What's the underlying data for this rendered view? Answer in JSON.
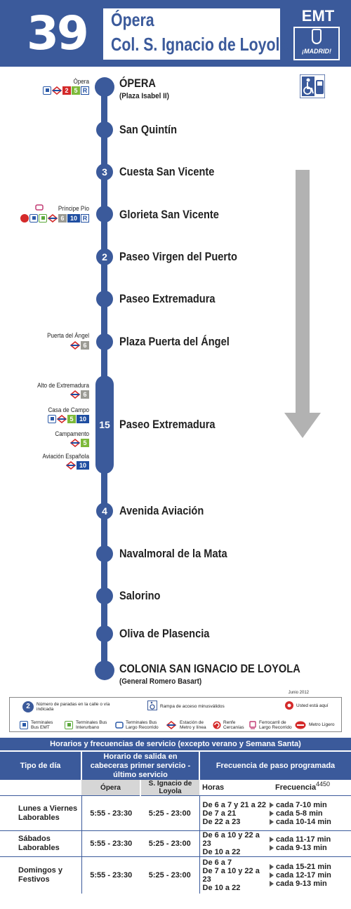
{
  "header": {
    "line_number": "39",
    "origin": "Ópera",
    "destination": "Col. S. Ignacio de Loyola",
    "brand": "EMT",
    "brand_sub": "¡MADRID!"
  },
  "stops": [
    {
      "name": "ÓPERA",
      "sub": "(Plaza Isabel II)"
    },
    {
      "name": "San Quintín"
    },
    {
      "name": "Cuesta San Vicente",
      "badge": "3"
    },
    {
      "name": "Glorieta San Vicente"
    },
    {
      "name": "Paseo Virgen del Puerto",
      "badge": "2"
    },
    {
      "name": "Paseo Extremadura"
    },
    {
      "name": "Plaza Puerta del Ángel"
    },
    {
      "name": "Paseo Extremadura",
      "badge": "15"
    },
    {
      "name": "Avenida Aviación",
      "badge": "4"
    },
    {
      "name": "Navalmoral de la Mata"
    },
    {
      "name": "Salorino"
    },
    {
      "name": "Oliva de Plasencia"
    },
    {
      "name": "COLONIA SAN IGNACIO DE LOYOLA",
      "sub": "(General Romero Basart)"
    }
  ],
  "connections": [
    {
      "name": "Ópera",
      "lines": [
        "2",
        "5",
        "R"
      ]
    },
    {
      "name": "Príncipe Pío",
      "lines": [
        "6",
        "10",
        "R"
      ]
    },
    {
      "name": "Puerta del Ángel",
      "lines": [
        "6"
      ]
    },
    {
      "name": "Alto de Extremadura",
      "lines": [
        "6"
      ]
    },
    {
      "name": "Casa de Campo",
      "lines": [
        "5",
        "10"
      ]
    },
    {
      "name": "Campamento",
      "lines": [
        "5"
      ]
    },
    {
      "name": "Aviación Española",
      "lines": [
        "10"
      ]
    }
  ],
  "date": "Junio 2012",
  "legend": {
    "badge_sample": "2",
    "stops_count": "Número de paradas en la calle o vía indicada",
    "ramp": "Rampa de acceso minusválidos",
    "here": "Usted está aquí",
    "emt_terminals": "Terminales Bus EMT",
    "interurban": "Terminales Bus Interurbano",
    "long_distance": "Terminales Bus Largo Recorrido",
    "metro": "Estación de Metro y línea",
    "renfe": "Renfe Cercanías",
    "railway": "Ferrocarril de Largo Recorrido",
    "light_rail": "Metro Ligero"
  },
  "schedule": {
    "title": "Horarios y frecuencias de servicio (excepto verano y Semana Santa)",
    "col_day": "Tipo de día",
    "col_departure": "Horario de salida en cabeceras primer servicio - último servicio",
    "col_frequency": "Frecuencia de paso programada",
    "code": "4450",
    "sub_origin": "Ópera",
    "sub_dest": "S. Ignacio de Loyola",
    "sub_hours": "Horas",
    "sub_freq": "Frecuencia",
    "rows": [
      {
        "day": "Lunes a Viernes Laborables",
        "origin": "5:55 - 23:30",
        "dest": "5:25 - 23:00",
        "hours": [
          "De 6 a 7 y 21 a 22",
          "De 7 a 21",
          "De 22 a 23"
        ],
        "freqs": [
          "cada 7-10 min",
          "cada 5-8 min",
          "cada 10-14 min"
        ]
      },
      {
        "day": "Sábados Laborables",
        "origin": "5:55 - 23:30",
        "dest": "5:25 - 23:00",
        "hours": [
          "De 6 a 10 y 22 a 23",
          "De 10 a 22"
        ],
        "freqs": [
          "cada 11-17 min",
          "cada 9-13 min"
        ]
      },
      {
        "day": "Domingos y Festivos",
        "origin": "5:55 - 23:30",
        "dest": "5:25 - 23:00",
        "hours": [
          "De 6 a 7",
          "De 7 a 10 y 22 a 23",
          "De 10 a 22"
        ],
        "freqs": [
          "cada 15-21 min",
          "cada 12-17 min",
          "cada 9-13 min"
        ]
      }
    ]
  },
  "colors": {
    "primary": "#3b5a9b",
    "arrow": "#b2b2b2",
    "metro_red": "#d42a2a"
  }
}
